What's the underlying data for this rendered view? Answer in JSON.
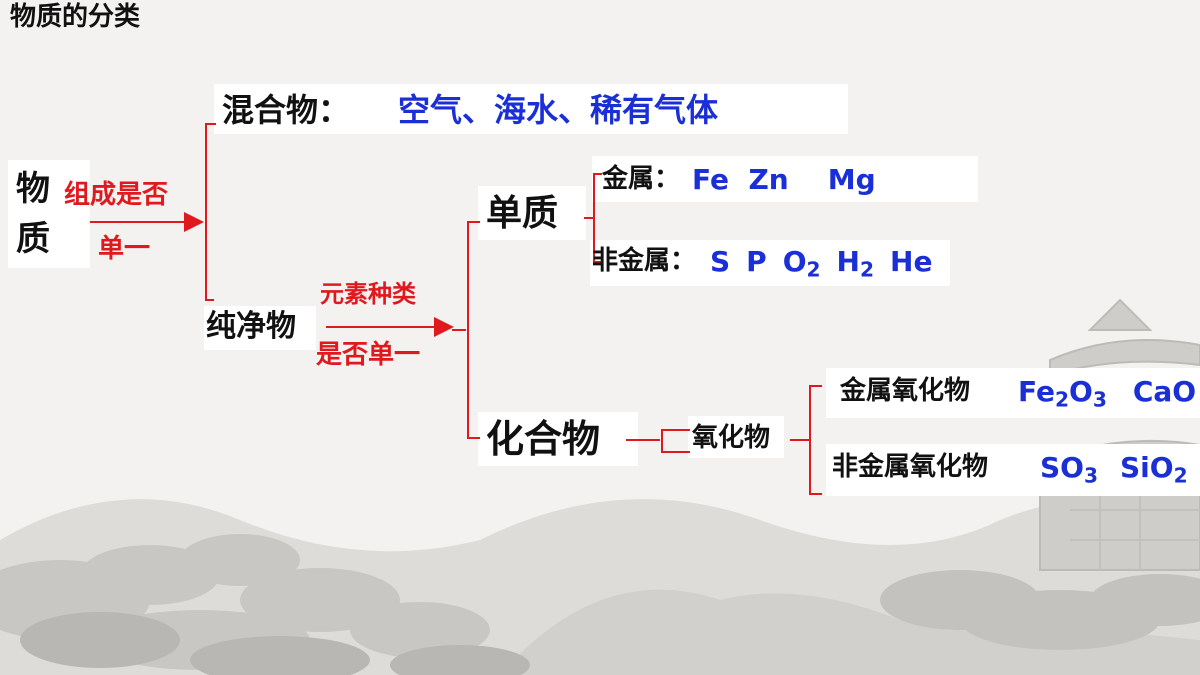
{
  "title": "物质的分类",
  "root": {
    "line1": "物",
    "line2": "质"
  },
  "criterion1": {
    "line1": "组成是否",
    "line2": "单一"
  },
  "mixture": {
    "label": "混合物：",
    "examples": "空气、海水、稀有气体"
  },
  "pure": {
    "label": "纯净物"
  },
  "criterion2": {
    "line1": "元素种类",
    "line2": "是否单一"
  },
  "element": {
    "label": "单质"
  },
  "metal": {
    "label": "金属：",
    "examples": "Fe  Zn    Mg"
  },
  "nonmetal": {
    "label": "非金属：",
    "examples": [
      {
        "base": "S",
        "sub": ""
      },
      {
        "base": "P",
        "sub": ""
      },
      {
        "base": "O",
        "sub": "2"
      },
      {
        "base": "H",
        "sub": "2"
      },
      {
        "base": "He",
        "sub": ""
      }
    ]
  },
  "compound": {
    "label": "化合物"
  },
  "oxide": {
    "label": "氧化物"
  },
  "metal_oxide": {
    "label": "金属氧化物",
    "examples": [
      {
        "parts": [
          {
            "base": "Fe",
            "sub": "2"
          },
          {
            "base": "O",
            "sub": "3"
          }
        ]
      },
      {
        "parts": [
          {
            "base": "CaO",
            "sub": ""
          }
        ]
      }
    ]
  },
  "nonmetal_oxide": {
    "label": "非金属氧化物",
    "examples": [
      {
        "parts": [
          {
            "base": "SO",
            "sub": "3"
          }
        ]
      },
      {
        "parts": [
          {
            "base": "SiO",
            "sub": "2"
          }
        ]
      }
    ]
  },
  "colors": {
    "text": "#111111",
    "accent_red": "#e0191f",
    "example_blue": "#1a2fd6"
  }
}
